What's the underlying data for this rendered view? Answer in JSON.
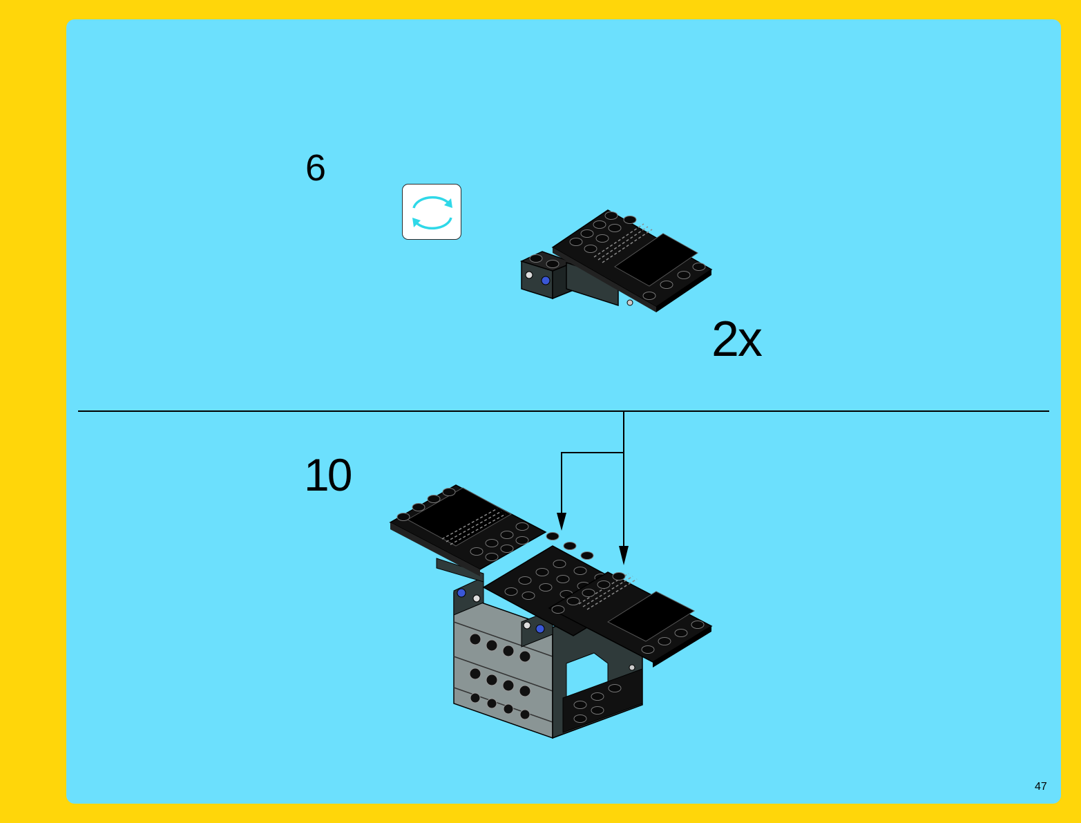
{
  "steps": {
    "top": {
      "number": "6",
      "quantity": "2x"
    },
    "bottom": {
      "number": "10"
    }
  },
  "footer": {
    "page_number": "47"
  },
  "colors": {
    "background_border": "#FFD60A",
    "panel": "#6CE0FD",
    "brick_black": "#111111",
    "brick_dark_gray": "#2F3A3A",
    "brick_light_gray": "#8A9595",
    "pin_blue": "#3A57D6",
    "rotate_arrow": "#2FD8E8"
  },
  "icons": {
    "rotate": "rotate-model-icon",
    "arrows": "placement-arrow-icon"
  }
}
